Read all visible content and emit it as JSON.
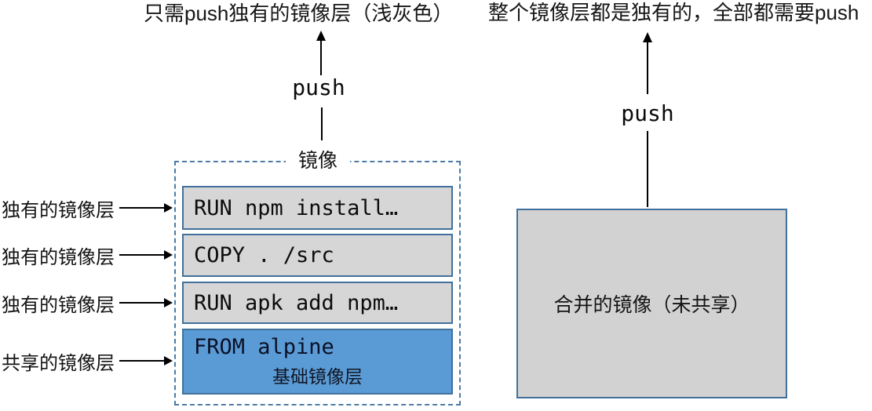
{
  "captions": {
    "left": "只需push独有的镜像层（浅灰色）",
    "right": "整个镜像层都是独有的，全部都需要push"
  },
  "left_diagram": {
    "push_label": "push",
    "box_title": "镜像",
    "layers": [
      {
        "command": "RUN npm install…"
      },
      {
        "command": "COPY . /src"
      },
      {
        "command": "RUN apk add npm…"
      },
      {
        "command": "FROM alpine",
        "sublabel": "基础镜像层"
      }
    ],
    "side_labels": [
      "独有的镜像层",
      "独有的镜像层",
      "独有的镜像层",
      "共享的镜像层"
    ]
  },
  "right_diagram": {
    "push_label": "push",
    "box_label": "合并的镜像（未共享）"
  },
  "colors": {
    "layer_gray": "#d6d6d6",
    "layer_blue": "#5b9bd5",
    "box_border": "#41719c",
    "dashed_border": "#4d7ba6",
    "merged_gray": "#d2d2d2"
  }
}
